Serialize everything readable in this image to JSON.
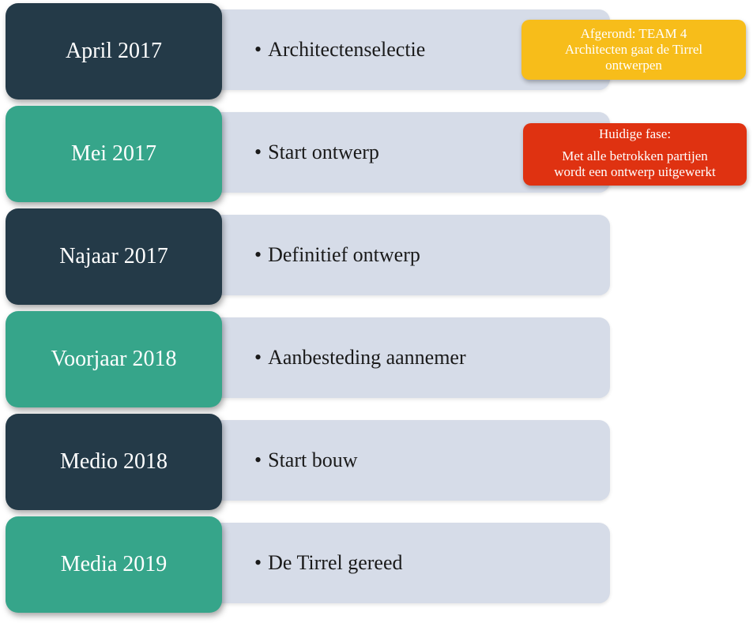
{
  "timeline": [
    {
      "date": "April 2017",
      "milestone": "Architectenselectie",
      "color": "#243a48"
    },
    {
      "date": "Mei 2017",
      "milestone": "Start ontwerp",
      "color": "#36a58a"
    },
    {
      "date": "Najaar 2017",
      "milestone": "Definitief ontwerp",
      "color": "#243a48"
    },
    {
      "date": "Voorjaar 2018",
      "milestone": "Aanbesteding aannemer",
      "color": "#36a58a"
    },
    {
      "date": "Medio 2018",
      "milestone": "Start bouw",
      "color": "#243a48"
    },
    {
      "date": "Media 2019",
      "milestone": "De Tirrel gereed",
      "color": "#36a58a"
    }
  ],
  "bullet": "•",
  "callouts": {
    "completed": {
      "line1": "Afgerond: TEAM 4",
      "line2": "Architecten gaat de Tirrel",
      "line3": "ontwerpen",
      "color": "#f7bd1a"
    },
    "current": {
      "title": "Huidige fase:",
      "line1": "Met alle betrokken partijen",
      "line2": "wordt een ontwerp uitgewerkt",
      "color": "#df3211"
    }
  }
}
